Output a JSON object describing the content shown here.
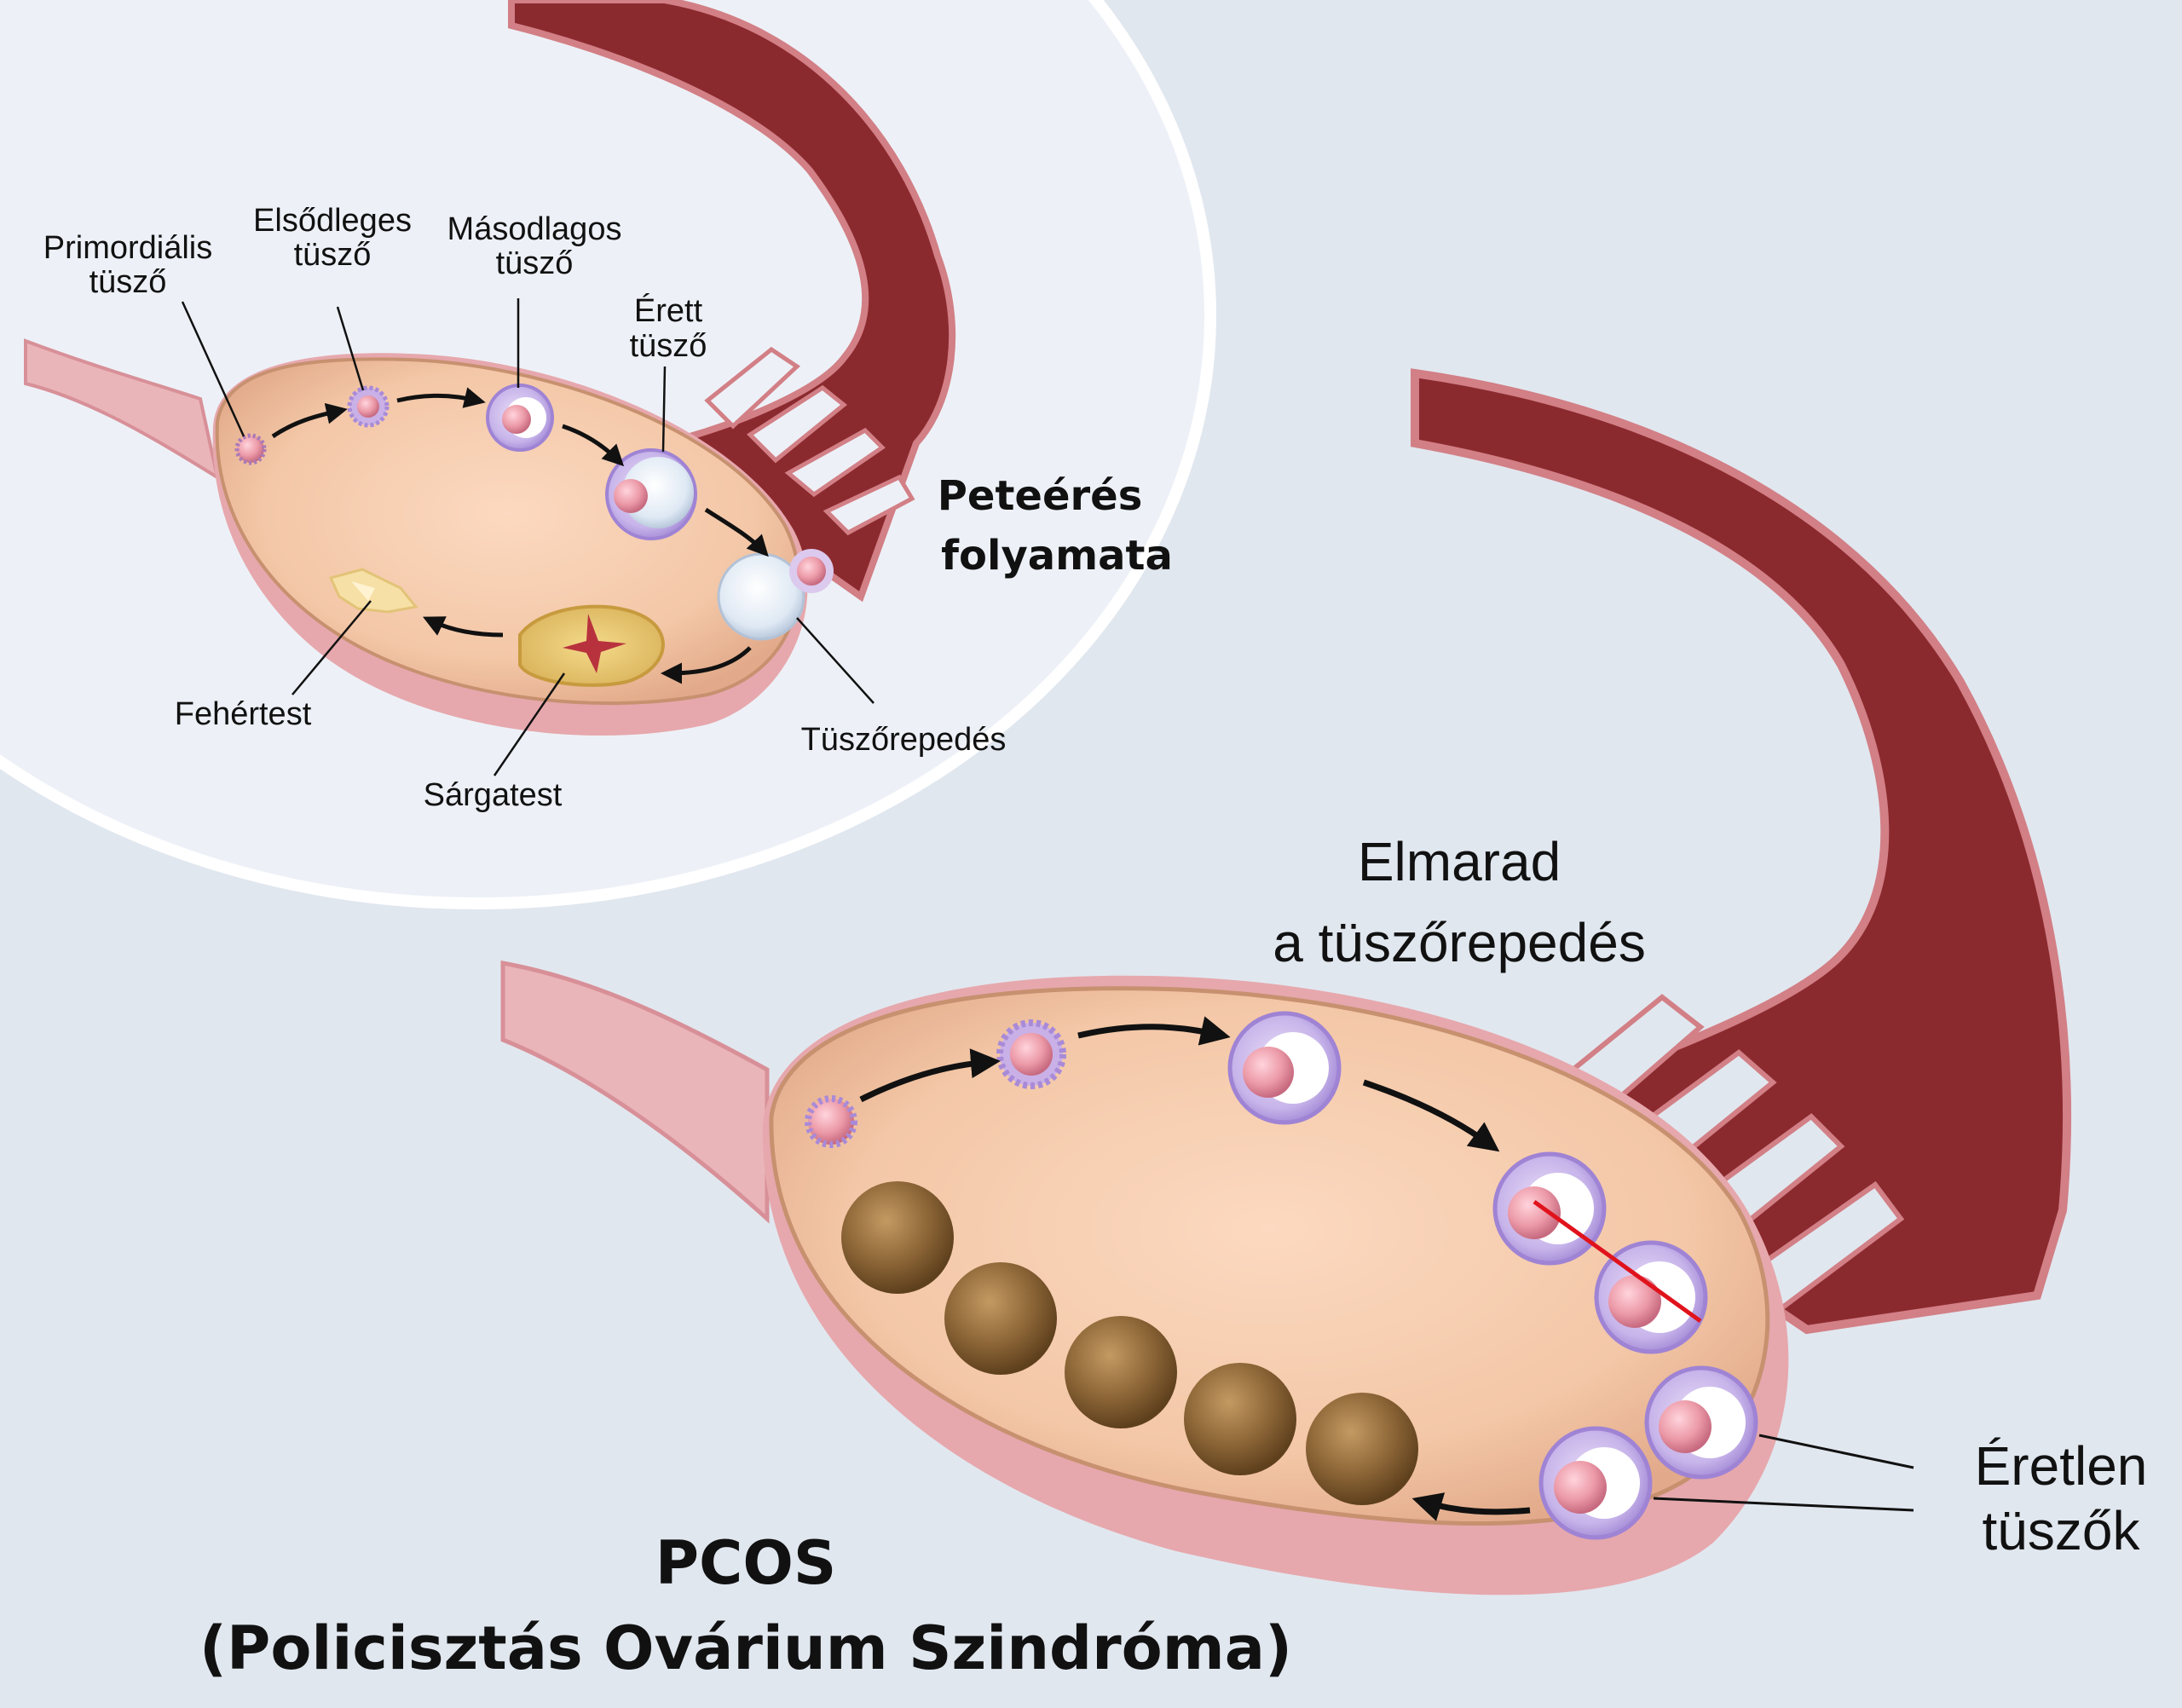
{
  "ovulation": {
    "title_line1": "Peteérés",
    "title_line2": "folyamata",
    "labels": {
      "primordial_1": "Primordiális",
      "primordial_2": "tüsző",
      "primary_1": "Elsődleges",
      "primary_2": "tüsző",
      "secondary_1": "Másodlagos",
      "secondary_2": "tüsző",
      "mature_1": "Érett",
      "mature_2": "tüsző",
      "ovulation": "Tüszőrepedés",
      "corpus_albicans": "Fehértest",
      "corpus_luteum": "Sárgatest"
    }
  },
  "pcos": {
    "no_ovulation_1": "Elmarad",
    "no_ovulation_2": "a tüszőrepedés",
    "immature_1": "Éretlen",
    "immature_2": "tüszők",
    "title_1": "PCOS",
    "title_2": "(Policisztás Ovárium Szindróma)"
  },
  "colors": {
    "background": "#e1e7ef",
    "ovary": "#f0c7a6",
    "ovary_rim": "#e3a3a8",
    "fallopian_tube": "#8b2a2e",
    "cyst": "#8a6435",
    "follicle": "#c9b7e8",
    "egg": "#e89aa6"
  }
}
